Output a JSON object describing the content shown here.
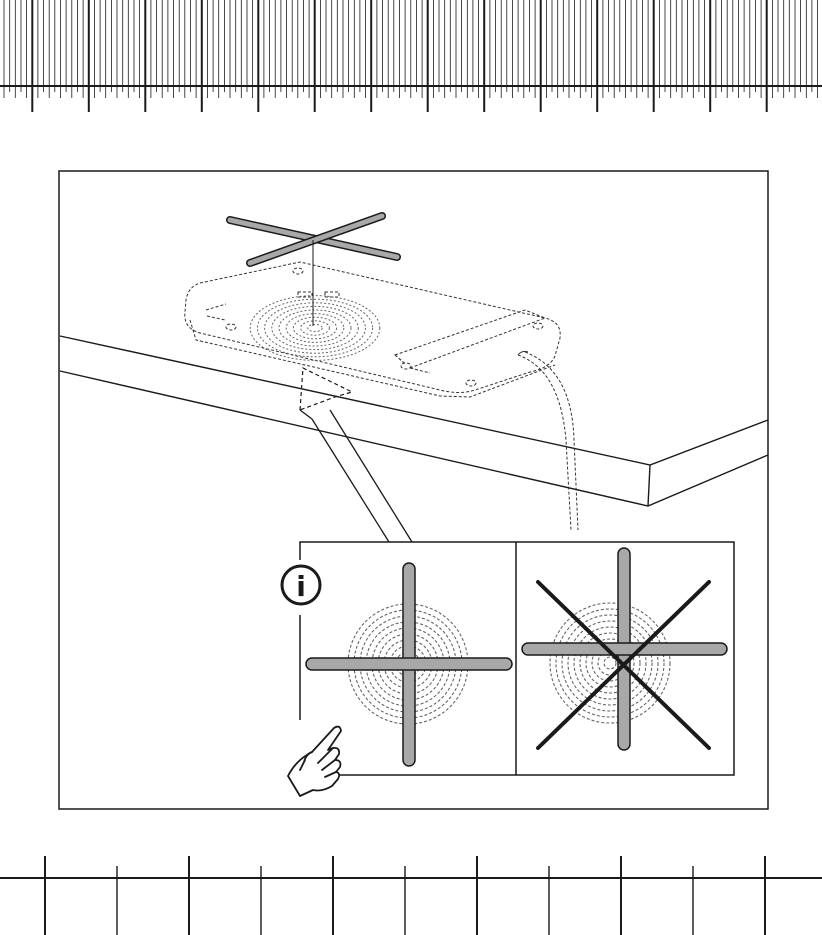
{
  "title": "",
  "info_icon": "i",
  "icons": {
    "info": "info-icon",
    "hand": "pointing-hand-icon",
    "incorrect": "cross-out-icon"
  },
  "colors": {
    "line": "#1a1a1a",
    "bar_fill": "#a8a8a8",
    "coil": "#666666",
    "background": "#ffffff"
  },
  "panels": [
    {
      "id": "correct",
      "meaning": "centered"
    },
    {
      "id": "incorrect",
      "meaning": "crossed-out"
    }
  ]
}
